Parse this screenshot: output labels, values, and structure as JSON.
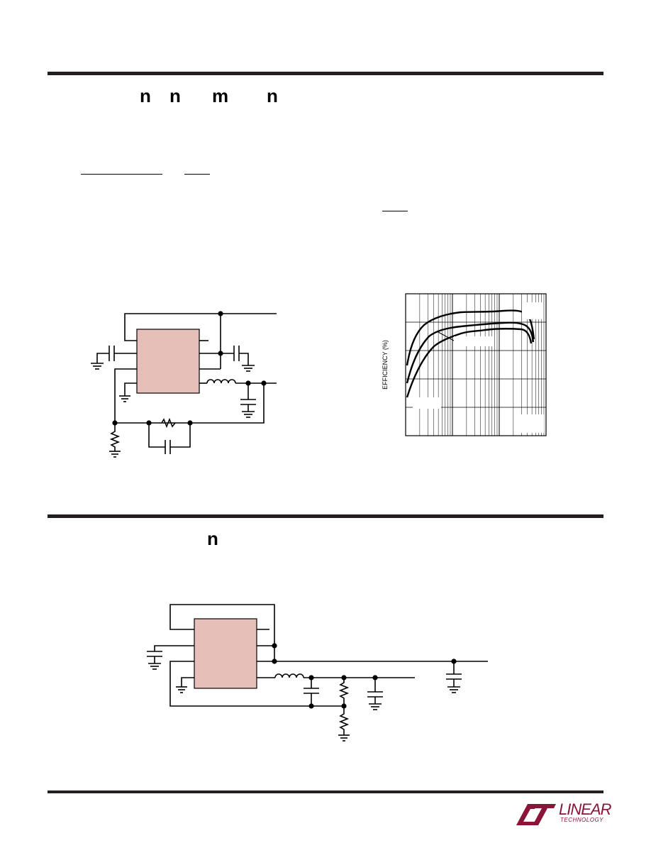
{
  "header_glyphs": [
    "n",
    "n",
    "m",
    "n"
  ],
  "section2_glyph": "n",
  "efficiency_chart": {
    "ylabel": "EFFICIENCY (%)"
  },
  "logo": {
    "brand": "LINEAR",
    "sub": "TECHNOLOGY"
  },
  "colors": {
    "ic_fill": "#e6c0b8",
    "rule": "#231f20",
    "brand": "#8a1538"
  }
}
